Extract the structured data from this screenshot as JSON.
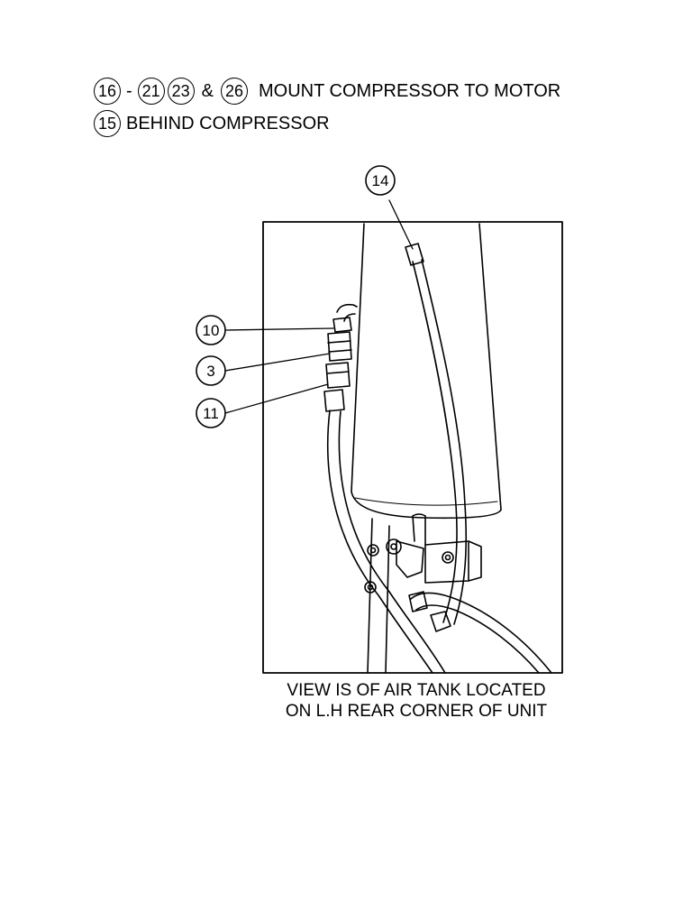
{
  "header": {
    "line1": {
      "callout_a": "16",
      "separator_dash": "-",
      "callout_b": "21",
      "callout_c": "23",
      "separator_amp": "&",
      "callout_d": "26",
      "text": "MOUNT COMPRESSOR TO MOTOR"
    },
    "line2": {
      "callout": "15",
      "text": "BEHIND COMPRESSOR"
    }
  },
  "diagram": {
    "callouts": {
      "c14": "14",
      "c10": "10",
      "c3": "3",
      "c11": "11"
    },
    "caption": {
      "line1": "VIEW IS OF AIR TANK LOCATED",
      "line2": "ON L.H REAR CORNER OF UNIT"
    }
  }
}
